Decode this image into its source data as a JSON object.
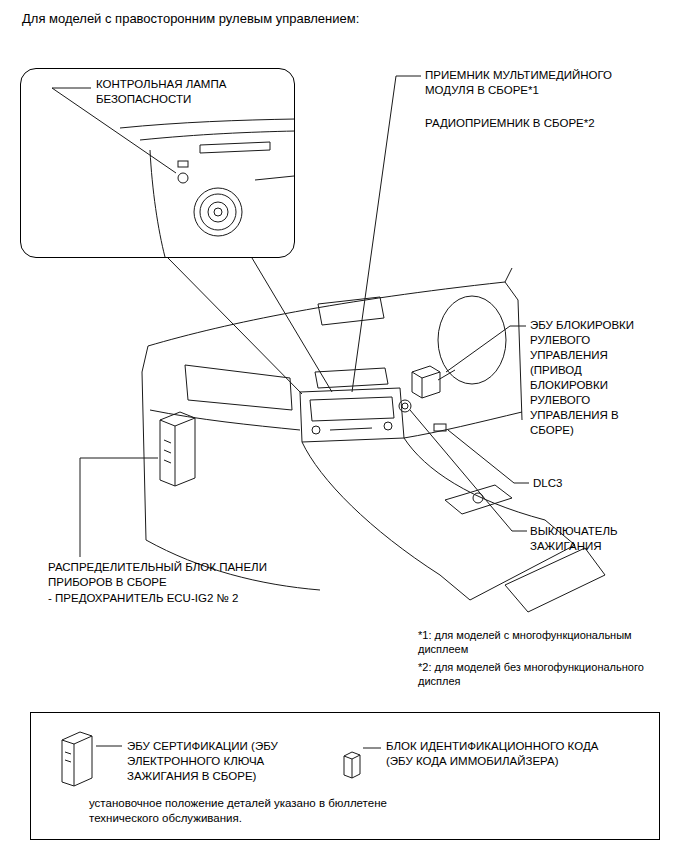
{
  "diagram": {
    "title": "Для моделей с правосторонним рулевым управлением:",
    "nodes": [
      {
        "text": [
          "КОНТРОЛЬНАЯ ЛАМПА БЕЗОПАСНОСТИ"
        ]
      },
      {
        "text": [
          "ЭБУ СЕРТИФИКАЦИИ (ЭБУ ЭЛЕКТРОННОГО КЛЮЧА ЗАЖИГАНИЯ В СБОРЕ)",
          "БЛОК ИДЕНТИФИКАЦИОННОГО КОДА (ЭБУ КОДА ИММОБИЛАЙЗЕРА)",
          "установочное положение деталей указано в бюллетене технического обслуживания."
        ]
      }
    ],
    "labels": [
      "ПРИЕМНИК МУЛЬТИМЕДИЙНОГО МОДУЛЯ В СБОРЕ*1",
      "РАДИОПРИЕМНИК В СБОРЕ*2",
      "ЭБУ БЛОКИРОВКИ РУЛЕВОГО УПРАВЛЕНИЯ (ПРИВОД БЛОКИРОВКИ РУЛЕВОГО УПРАВЛЕНИЯ В СБОРЕ)",
      "DLC3",
      "ВЫКЛЮЧАТЕЛЬ ЗАЖИГАНИЯ",
      "РАСПРЕДЕЛИТЕЛЬНЫЙ БЛОК ПАНЕЛИ ПРИБОРОВ В СБОРЕ",
      "- ПРЕДОХРАНИТЕЛЬ ECU-IG2 № 2",
      "*1: для моделей с многофункциональным дисплеем",
      "*2: для моделей без многофункционального дисплея"
    ]
  }
}
